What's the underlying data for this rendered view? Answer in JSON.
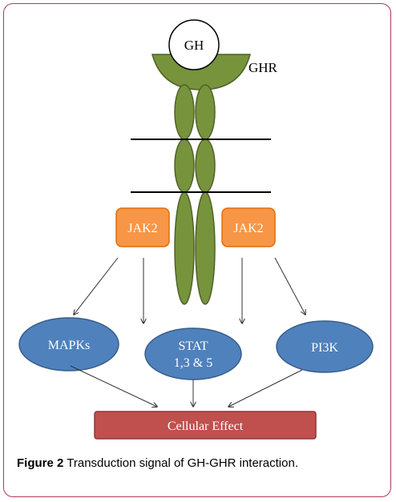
{
  "diagram": {
    "ligand": "GH",
    "receptor": "GHR",
    "kinase_left": "JAK2",
    "kinase_right": "JAK2",
    "pathway_mapk": "MAPKs",
    "pathway_stat_line1": "STAT",
    "pathway_stat_line2": "1,3 & 5",
    "pathway_pi3k": "PI3K",
    "outcome": "Cellular Effect"
  },
  "caption": {
    "label": "Figure 2",
    "text": "Transduction signal of GH-GHR interaction."
  },
  "colors": {
    "frame_border": "#b03a55",
    "receptor_fill": "#77933c",
    "receptor_stroke": "#4f6228",
    "jak_fill": "#f79646",
    "jak_stroke": "#e46c0a",
    "pathway_fill": "#4f81bd",
    "pathway_stroke": "#385d8a",
    "effect_fill": "#c0504d",
    "effect_stroke": "#8c3836"
  }
}
